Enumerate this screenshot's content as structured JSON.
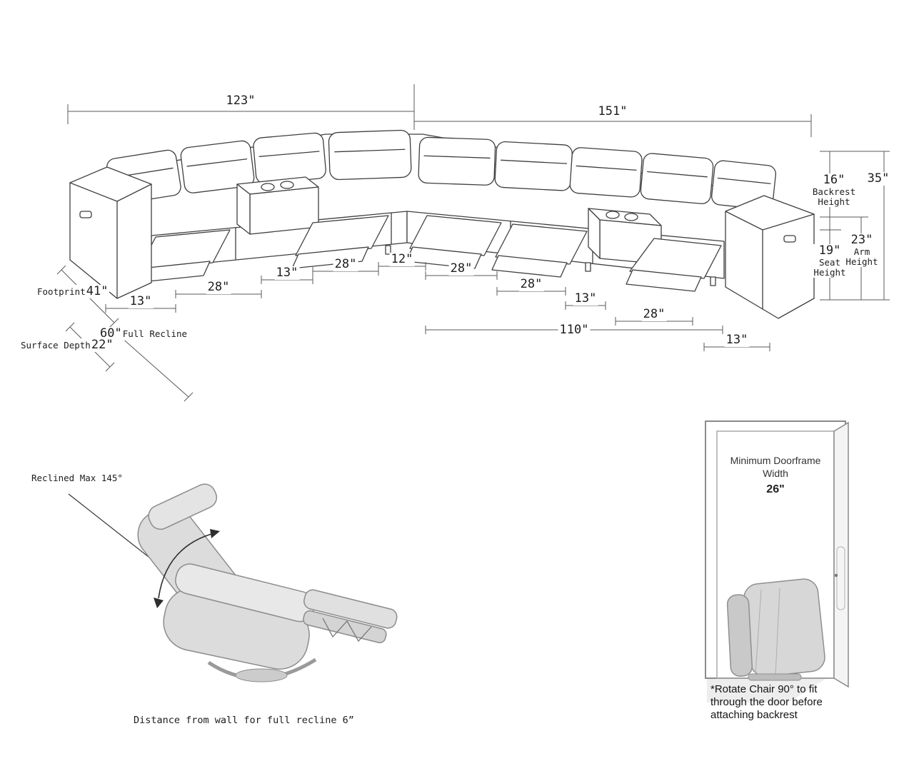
{
  "sofa_dimensions": {
    "top_width_left": "123\"",
    "top_width_right": "151\"",
    "overall_height": "35\"",
    "backrest_height_value": "16\"",
    "backrest_height_label_1": "Backrest",
    "backrest_height_label_2": "Height",
    "seat_height_value": "19\"",
    "seat_height_label_1": "Seat",
    "seat_height_label_2": "Height",
    "arm_height_value": "23\"",
    "arm_height_label_1": "Arm",
    "arm_height_label_2": "Height",
    "segment_widths": [
      "13\"",
      "28\"",
      "13\"",
      "28\"",
      "12\"",
      "28\"",
      "28\"",
      "13\"",
      "28\"",
      "13\""
    ],
    "right_run_total": "110\"",
    "footprint_label": "Footprint",
    "footprint_value": "41\"",
    "full_recline_value": "60\"",
    "full_recline_label": "Full Recline",
    "surface_depth_label": "Surface Depth",
    "surface_depth_value": "22\""
  },
  "recliner_diagram": {
    "recline_angle_note": "Reclined Max 145°",
    "wall_distance_note": "Distance from wall for full recline 6”"
  },
  "doorframe_diagram": {
    "min_width_line_1": "Minimum Doorframe",
    "min_width_line_2": "Width",
    "min_width_value": "26\"",
    "rotate_note_line_1": "*Rotate Chair 90° to fit",
    "rotate_note_line_2": "through the door before",
    "rotate_note_line_3": "attaching backrest"
  },
  "colors": {
    "line": "#3f3f3f",
    "dim_line": "#5a5a5a",
    "chair_fill": "#d8d8d8",
    "background": "#ffffff"
  }
}
